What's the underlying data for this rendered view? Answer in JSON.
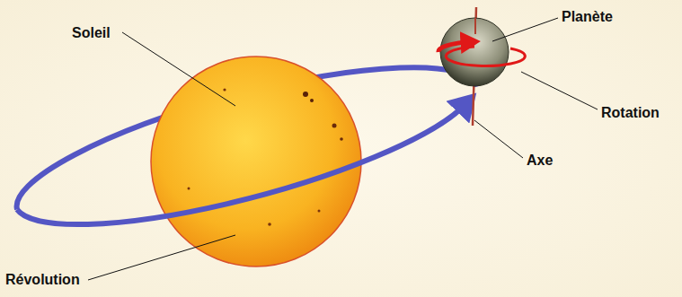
{
  "diagram": {
    "labels": [
      "Soleil",
      "Planète",
      "Rotation",
      "Axe",
      "Révolution"
    ]
  }
}
